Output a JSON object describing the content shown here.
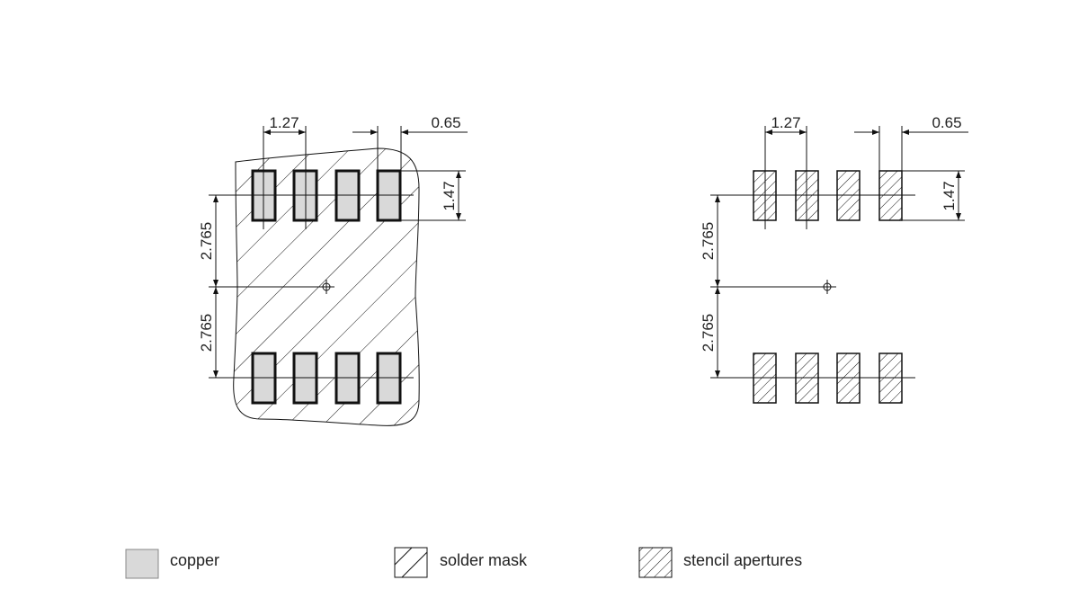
{
  "colors": {
    "copper": "#d9d9d9",
    "line": "#111111",
    "background": "#ffffff"
  },
  "left_view": {
    "pad_pitch": "1.27",
    "pad_width": "0.65",
    "pad_length": "1.47",
    "row_offset_top": "2.765",
    "row_offset_bottom": "2.765"
  },
  "right_view": {
    "pad_pitch": "1.27",
    "pad_width": "0.65",
    "pad_length": "1.47",
    "row_offset_top": "2.765",
    "row_offset_bottom": "2.765"
  },
  "legend": [
    {
      "label": "copper",
      "swatch": "copper"
    },
    {
      "label": "solder mask",
      "swatch": "solder-mask"
    },
    {
      "label": "stencil apertures",
      "swatch": "stencil"
    }
  ]
}
